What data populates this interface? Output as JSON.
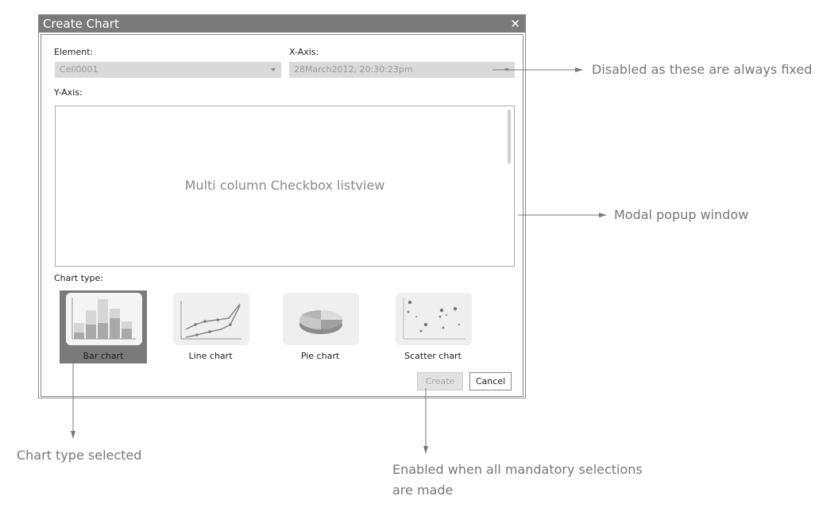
{
  "dialog": {
    "title": "Create Chart",
    "close_glyph": "✕",
    "element_label": "Element:",
    "element_value": "Cell0001",
    "xaxis_label": "X-Axis:",
    "xaxis_value": "28March2012, 20:30:23pm",
    "yaxis_label": "Y-Axis:",
    "listview_text": "Multi column Checkbox listview",
    "chart_type_label": "Chart type:",
    "chart_types": [
      {
        "label": "Bar chart",
        "icon": "bar-chart-icon",
        "selected": true
      },
      {
        "label": "Line chart",
        "icon": "line-chart-icon",
        "selected": false
      },
      {
        "label": "Pie chart",
        "icon": "pie-chart-icon",
        "selected": false
      },
      {
        "label": "Scatter chart",
        "icon": "scatter-chart-icon",
        "selected": false
      }
    ],
    "create_label": "Create",
    "cancel_label": "Cancel"
  },
  "annotations": {
    "disabled_note": "Disabled as these are always fixed",
    "modal_note": "Modal popup window",
    "selected_note": "Chart type selected",
    "enabled_note_line1": "Enabled when all mandatory selections",
    "enabled_note_line2": "are made"
  },
  "colors": {
    "titlebar": "#7a7a7a",
    "disabled_field": "#d9d9d9",
    "selected_option": "#7a7a7a"
  }
}
